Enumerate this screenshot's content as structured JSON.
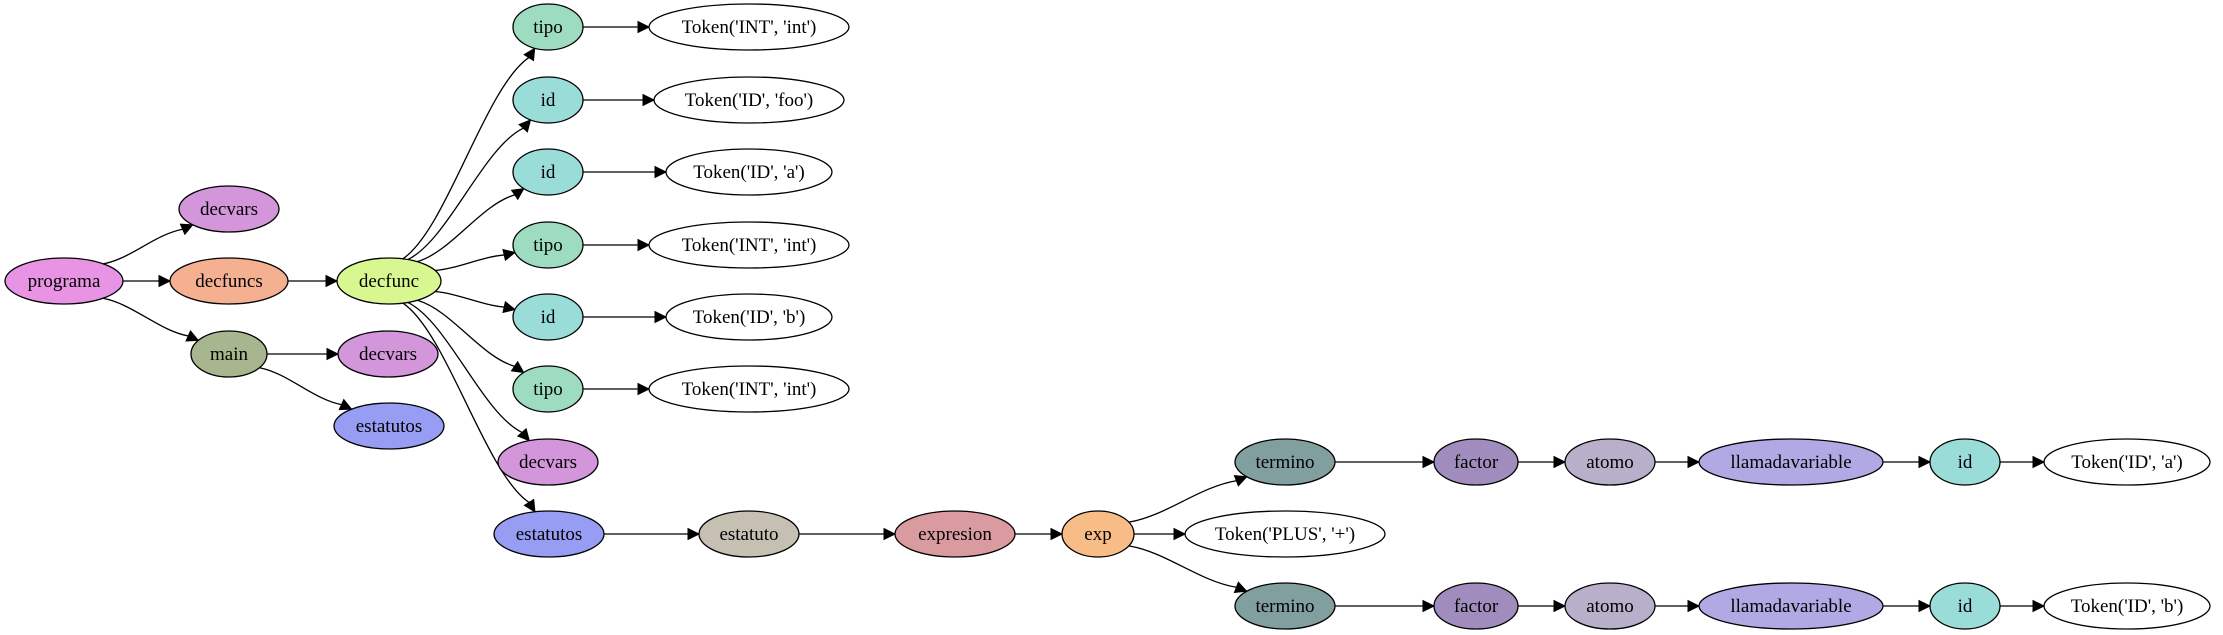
{
  "diagram": {
    "nodes": [
      {
        "id": "programa",
        "label": "programa",
        "color": "#E993E5"
      },
      {
        "id": "decvars1",
        "label": "decvars",
        "color": "#D396DA"
      },
      {
        "id": "decfuncs",
        "label": "decfuncs",
        "color": "#F4B090"
      },
      {
        "id": "main",
        "label": "main",
        "color": "#A7B68E"
      },
      {
        "id": "decfunc",
        "label": "decfunc",
        "color": "#D9F790"
      },
      {
        "id": "decvars2",
        "label": "decvars",
        "color": "#D396DA"
      },
      {
        "id": "estatutos1",
        "label": "estatutos",
        "color": "#979DF3"
      },
      {
        "id": "tipo1",
        "label": "tipo",
        "color": "#9EDCC2"
      },
      {
        "id": "id1",
        "label": "id",
        "color": "#9ADDD8"
      },
      {
        "id": "id2",
        "label": "id",
        "color": "#9ADDD8"
      },
      {
        "id": "tipo2",
        "label": "tipo",
        "color": "#9EDCC2"
      },
      {
        "id": "id3",
        "label": "id",
        "color": "#9ADDD8"
      },
      {
        "id": "tipo3",
        "label": "tipo",
        "color": "#9EDCC2"
      },
      {
        "id": "decvars3",
        "label": "decvars",
        "color": "#D396DA"
      },
      {
        "id": "estatutos2",
        "label": "estatutos",
        "color": "#979DF3"
      },
      {
        "id": "tok1",
        "label": "Token('INT', 'int')",
        "color": "#FFFFFF"
      },
      {
        "id": "tok2",
        "label": "Token('ID', 'foo')",
        "color": "#FFFFFF"
      },
      {
        "id": "tok3",
        "label": "Token('ID', 'a')",
        "color": "#FFFFFF"
      },
      {
        "id": "tok4",
        "label": "Token('INT', 'int')",
        "color": "#FFFFFF"
      },
      {
        "id": "tok5",
        "label": "Token('ID', 'b')",
        "color": "#FFFFFF"
      },
      {
        "id": "tok6",
        "label": "Token('INT', 'int')",
        "color": "#FFFFFF"
      },
      {
        "id": "estatuto",
        "label": "estatuto",
        "color": "#C6C0B3"
      },
      {
        "id": "expresion",
        "label": "expresion",
        "color": "#D99BA0"
      },
      {
        "id": "exp",
        "label": "exp",
        "color": "#F8BD86"
      },
      {
        "id": "termino1",
        "label": "termino",
        "color": "#819F9F"
      },
      {
        "id": "tokplus",
        "label": "Token('PLUS', '+')",
        "color": "#FFFFFF"
      },
      {
        "id": "termino2",
        "label": "termino",
        "color": "#819F9F"
      },
      {
        "id": "factor1",
        "label": "factor",
        "color": "#A08DBE"
      },
      {
        "id": "factor2",
        "label": "factor",
        "color": "#A08DBE"
      },
      {
        "id": "atomo1",
        "label": "atomo",
        "color": "#B8B0CB"
      },
      {
        "id": "atomo2",
        "label": "atomo",
        "color": "#B8B0CB"
      },
      {
        "id": "llamada1",
        "label": "llamadavariable",
        "color": "#B1A9E3"
      },
      {
        "id": "llamada2",
        "label": "llamadavariable",
        "color": "#B1A9E3"
      },
      {
        "id": "id4",
        "label": "id",
        "color": "#9ADDD8"
      },
      {
        "id": "id5",
        "label": "id",
        "color": "#9ADDD8"
      },
      {
        "id": "toka",
        "label": "Token('ID', 'a')",
        "color": "#FFFFFF"
      },
      {
        "id": "tokb",
        "label": "Token('ID', 'b')",
        "color": "#FFFFFF"
      }
    ],
    "edges": [
      {
        "from": "programa",
        "to": "decvars1"
      },
      {
        "from": "programa",
        "to": "decfuncs"
      },
      {
        "from": "programa",
        "to": "main"
      },
      {
        "from": "decfuncs",
        "to": "decfunc"
      },
      {
        "from": "main",
        "to": "decvars2"
      },
      {
        "from": "main",
        "to": "estatutos1"
      },
      {
        "from": "decfunc",
        "to": "tipo1"
      },
      {
        "from": "decfunc",
        "to": "id1"
      },
      {
        "from": "decfunc",
        "to": "id2"
      },
      {
        "from": "decfunc",
        "to": "tipo2"
      },
      {
        "from": "decfunc",
        "to": "id3"
      },
      {
        "from": "decfunc",
        "to": "tipo3"
      },
      {
        "from": "decfunc",
        "to": "decvars3"
      },
      {
        "from": "decfunc",
        "to": "estatutos2"
      },
      {
        "from": "tipo1",
        "to": "tok1"
      },
      {
        "from": "id1",
        "to": "tok2"
      },
      {
        "from": "id2",
        "to": "tok3"
      },
      {
        "from": "tipo2",
        "to": "tok4"
      },
      {
        "from": "id3",
        "to": "tok5"
      },
      {
        "from": "tipo3",
        "to": "tok6"
      },
      {
        "from": "estatutos2",
        "to": "estatuto"
      },
      {
        "from": "estatuto",
        "to": "expresion"
      },
      {
        "from": "expresion",
        "to": "exp"
      },
      {
        "from": "exp",
        "to": "termino1"
      },
      {
        "from": "exp",
        "to": "tokplus"
      },
      {
        "from": "exp",
        "to": "termino2"
      },
      {
        "from": "termino1",
        "to": "factor1"
      },
      {
        "from": "termino2",
        "to": "factor2"
      },
      {
        "from": "factor1",
        "to": "atomo1"
      },
      {
        "from": "factor2",
        "to": "atomo2"
      },
      {
        "from": "atomo1",
        "to": "llamada1"
      },
      {
        "from": "atomo2",
        "to": "llamada2"
      },
      {
        "from": "llamada1",
        "to": "id4"
      },
      {
        "from": "llamada2",
        "to": "id5"
      },
      {
        "from": "id4",
        "to": "toka"
      },
      {
        "from": "id5",
        "to": "tokb"
      }
    ]
  }
}
